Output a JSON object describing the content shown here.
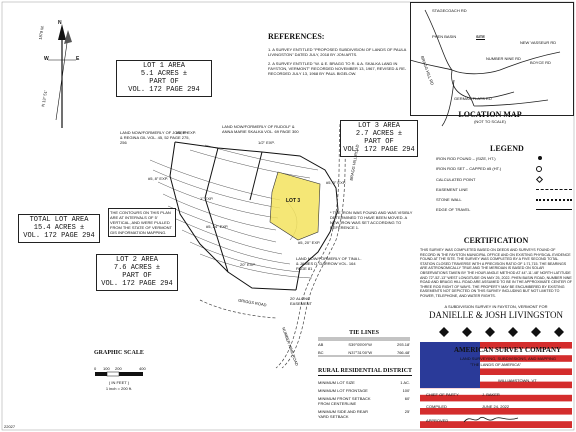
{
  "drawing_number": "22027",
  "north_arrow": {
    "letters": [
      "N",
      "W",
      "E"
    ],
    "labels": [
      "1879 M.",
      "N 13° 51'"
    ]
  },
  "references": {
    "title": "REFERENCES:",
    "items": [
      "1. A SURVEY ENTITLED \"PROPOSED SUBDIVISION OF LANDS OF PAULA LIVINGSTON\" DATED JULY, 2018 BY JON ARTS.",
      "2. A SURVEY ENTITLED \"W. & E. BRAGG TO R. & A. SKALKA LAND IN FAYSTON, VERMONT\" RECORDED NOVEMBER 13, 1967, REVISED & RE-RECORDED JULY 13, 1968 BY PAUL BIGELOW."
    ]
  },
  "location_map": {
    "title": "LOCATION MAP",
    "subtitle": "(NOT TO SCALE)",
    "roads": [
      "STAGECOACH RD",
      "PHEN BASIN",
      "NEW VASSEUR RD",
      "NUMBER NINE RD",
      "GERMAN FLATS RD",
      "BRAGG HILL RD",
      "BOYCE RD"
    ],
    "site_label": "SITE"
  },
  "legend": {
    "title": "LEGEND",
    "items": [
      "IRON ROD FOUND – (SIZE, HT.)",
      "IRON ROD SET – CAPPED #5 (HT.)",
      "CALCULATED POINT",
      "EASEMENT LINE",
      "STONE WALL",
      "EDGE OF TRAVEL"
    ]
  },
  "lots": [
    {
      "lines": [
        "LOT 1 AREA",
        "5.1 ACRES ±",
        "PART OF",
        "VOL. 172 PAGE 294"
      ]
    },
    {
      "lines": [
        "LOT 3 AREA",
        "2.7 ACRES ±",
        "PART OF",
        "VOL. 172 PAGE 294"
      ]
    },
    {
      "lines": [
        "TOTAL LOT AREA",
        "15.4 ACRES ±",
        "VOL. 172 PAGE 294"
      ]
    },
    {
      "lines": [
        "LOT 2 AREA",
        "7.6 ACRES ±",
        "PART OF",
        "VOL. 172 PAGE 294"
      ]
    }
  ],
  "plan_notes": {
    "contours": "THE CONTOURS ON THIS PLAN ARE AT INTERVALS OF 5' VERTICAL, AND WERE PULLED FROM THE STATE OF VERMONT GIS INFORMATION MAPPING.",
    "iron_rod": "* THE IRON WAS FOUND AND WAS VISIBLY DETERMINED TO HAVE BEEN MOVED. A NEW IRON WAS SET ACCORDING TO REFERENCE 1.",
    "owner_labels": [
      "LAND NOW/FORMERLY OF RUDOLF & ANNA MARIE SKALKA VOL. 69 PAGE 300",
      "LAND NOW/FORMERLY OF JOSEPH & REGINA GIL VOL. 45, 52 PAGE 275, 256",
      "LAND NOW/FORMERLY OF TINA L. & JAMES D. DARROW VOL. 164 PAGE 81"
    ],
    "road_labels": [
      "BRAGG HILL ROAD",
      "GRIGGS ROAD",
      "NUMBER NINE ROAD"
    ],
    "easement": "20' ALONG EASEMENT",
    "lot_marker": "LOT 3",
    "pin_labels": [
      "#5, 6\" EXP.",
      "1/2\" EXP.",
      "#5, 8\" EXP.",
      "1\" EXP.",
      "#5, 20\" EXP.",
      "20\" EXP.",
      "#5, 3\" EXP.",
      "#5, 24\" EXP."
    ]
  },
  "tie_lines": {
    "title": "TIE LINES",
    "rows": [
      [
        "AB",
        "S39°05'09\"W",
        "293.18'"
      ],
      [
        "BC",
        "N37°31'00\"W",
        "766.48'"
      ]
    ]
  },
  "rural_residential": {
    "title": "RURAL RESIDENTIAL DISTRICT",
    "rows": [
      [
        "MINIMUM LOT SIZE",
        "1 AC."
      ],
      [
        "MINIMUM LOT FRONTAGE",
        "100'"
      ],
      [
        "MINIMUM FRONT SETBACK FROM CENTERLINE",
        "60'"
      ],
      [
        "MINIMUM SIDE AND REAR YARD SETBACK",
        "25'"
      ]
    ]
  },
  "graphic_scale": {
    "title": "GRAPHIC SCALE",
    "ticks": [
      "0",
      "100",
      "200",
      "400"
    ],
    "unit": "( IN FEET )",
    "ratio": "1 inch = 200 ft."
  },
  "certification": {
    "title": "CERTIFICATION",
    "text": "THIS SURVEY WAS COMPLETED BASED ON DEEDS AND SURVEYS FOUND OF RECORD IN THE FAYSTON MUNICIPAL OFFICE AND ON EXISTING PHYSICAL EVIDENCE FOUND AT THE SITE. THE SURVEY WAS COMPLETED BY A FIVE SECOND TOTAL STATION CLOSED TRAVERSE WITH A PRECISION RATIO OF 1:71,715. THE BEARINGS ARE ASTRONOMICALLY TRUE AND THE MERIDIAN IS BASED ON SOLAR OBSERVATIONS TAKEN BY THE HOUR ANGLE METHOD AT 44°-11'-48\" NORTH LATITUDE AND 72°-52'-13\" WEST LONGITUDE ON MAY 25, 2022. PHEN BASIN ROAD, NUMBER NINE ROAD AND BRAGG HILL ROAD ARE ASSUMED TO BE IN THE APPROXIMATE CENTER OF THREE ROD RIGHT OF WAYS. THE PROPERTY MAY BE ENCUMBERED BY EXISTING EASEMENTS NOT DEPICTED ON THIS SURVEY INCLUDING BUT NOT LIMITED TO POWER, TELEPHONE, AND WATER RIGHTS."
  },
  "title_block": {
    "subtitle": "A SUBDIVISION SURVEY IN FAYSTON, VERMONT FOR",
    "client": "DANIELLE & JOSH LIVINGSTON",
    "company": "AMERICAN SURVEY COMPANY",
    "services": "LAND SURVEYING, SUBDIVISIONS, AND MAPPING",
    "tagline": "\"THE LANDS OF AMERICA\"",
    "address": "WILLIAMSTOWN, VT",
    "chief_label": "CHIEF OF PARTY",
    "chief_value": "J. BAKER",
    "compiled_label": "COMPILED",
    "compiled_value": "JUNE 24, 2022",
    "approved_label": "APPROVED"
  }
}
